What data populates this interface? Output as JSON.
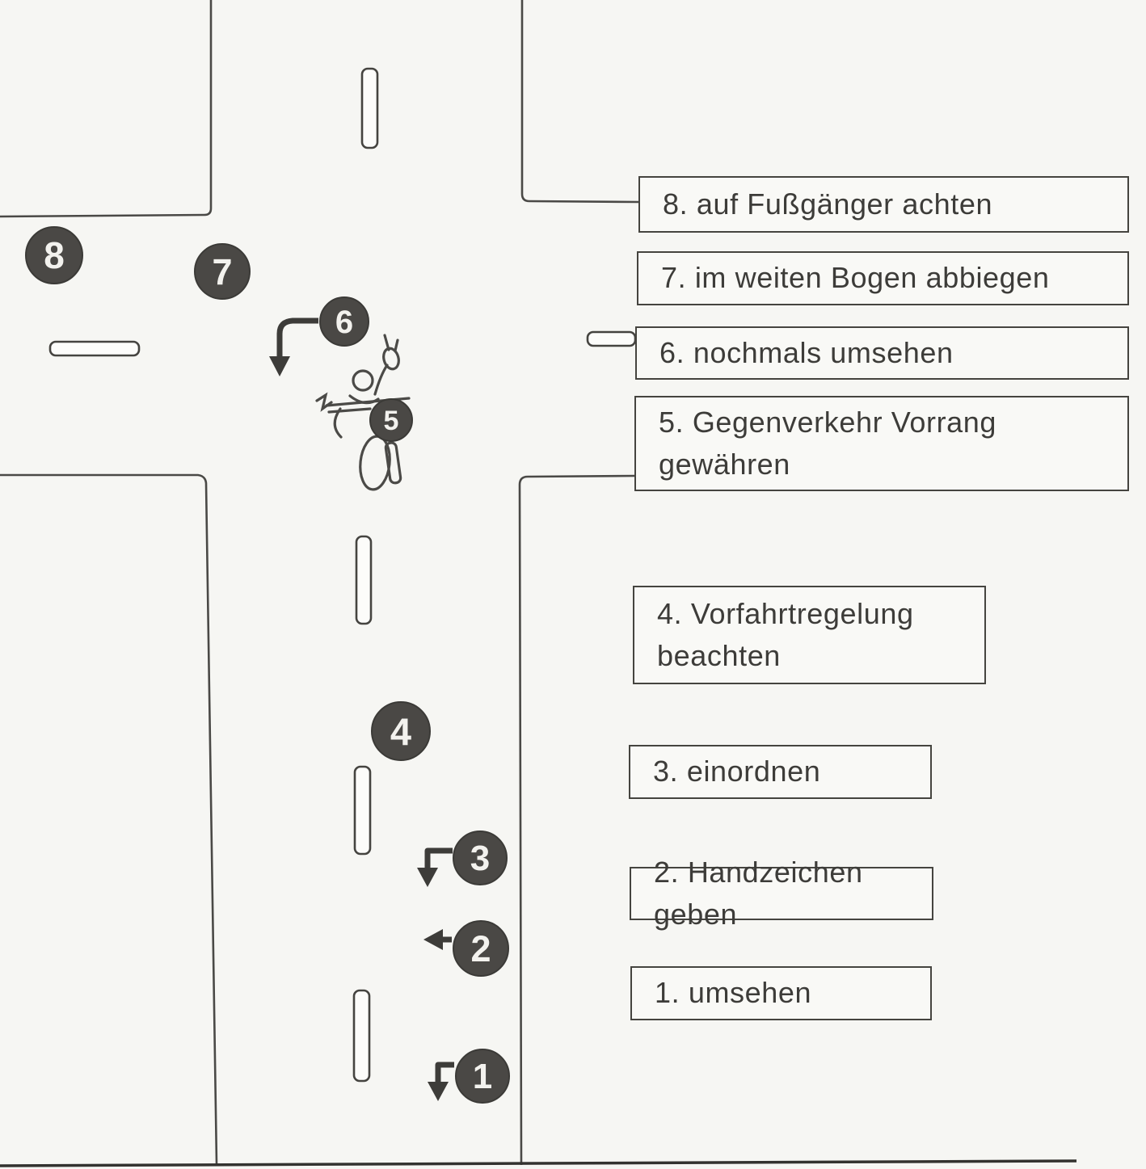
{
  "palette": {
    "paper": "#f6f6f3",
    "ink": "#3d3c39",
    "road_line": "#4a4946",
    "marker_fill": "#4a4845",
    "marker_text": "#f3f2ee"
  },
  "legend": {
    "boxes": [
      {
        "step": 8,
        "label": "8. auf Fußgänger achten"
      },
      {
        "step": 7,
        "label": "7. im weiten Bogen abbiegen"
      },
      {
        "step": 6,
        "label": "6. nochmals umsehen"
      },
      {
        "step": 5,
        "label": "5. Gegenverkehr Vorrang gewähren"
      },
      {
        "step": 4,
        "label": "4. Vorfahrtregelung beachten"
      },
      {
        "step": 3,
        "label": "3. einordnen"
      },
      {
        "step": 2,
        "label": "2. Handzeichen geben"
      },
      {
        "step": 1,
        "label": "1. umsehen"
      }
    ]
  },
  "diagram": {
    "markers": [
      {
        "number": "1"
      },
      {
        "number": "2"
      },
      {
        "number": "3"
      },
      {
        "number": "4"
      },
      {
        "number": "5"
      },
      {
        "number": "6"
      },
      {
        "number": "7"
      },
      {
        "number": "8"
      }
    ]
  }
}
